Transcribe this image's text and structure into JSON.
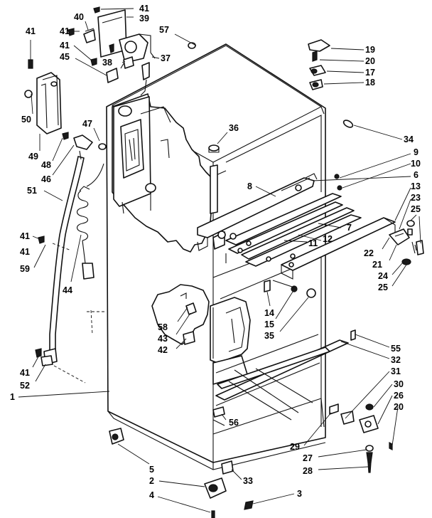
{
  "callouts": [
    {
      "id": "c41a",
      "text": "41"
    },
    {
      "id": "c39",
      "text": "39"
    },
    {
      "id": "c57",
      "text": "57"
    },
    {
      "id": "c40",
      "text": "40"
    },
    {
      "id": "c41b",
      "text": "41"
    },
    {
      "id": "c41c",
      "text": "41"
    },
    {
      "id": "c45",
      "text": "45"
    },
    {
      "id": "c38",
      "text": "38"
    },
    {
      "id": "c37",
      "text": "37"
    },
    {
      "id": "c50",
      "text": "50"
    },
    {
      "id": "c47",
      "text": "47"
    },
    {
      "id": "c49",
      "text": "49"
    },
    {
      "id": "c48",
      "text": "48"
    },
    {
      "id": "c46",
      "text": "46"
    },
    {
      "id": "c51",
      "text": "51"
    },
    {
      "id": "c36",
      "text": "36"
    },
    {
      "id": "c19",
      "text": "19"
    },
    {
      "id": "c20a",
      "text": "20"
    },
    {
      "id": "c17",
      "text": "17"
    },
    {
      "id": "c18",
      "text": "18"
    },
    {
      "id": "c34",
      "text": "34"
    },
    {
      "id": "c9",
      "text": "9"
    },
    {
      "id": "c10",
      "text": "10"
    },
    {
      "id": "c6",
      "text": "6"
    },
    {
      "id": "c13",
      "text": "13"
    },
    {
      "id": "c23",
      "text": "23"
    },
    {
      "id": "c25a",
      "text": "25"
    },
    {
      "id": "c8",
      "text": "8"
    },
    {
      "id": "c7",
      "text": "7"
    },
    {
      "id": "c11",
      "text": "11"
    },
    {
      "id": "c12",
      "text": "12"
    },
    {
      "id": "c22",
      "text": "22"
    },
    {
      "id": "c21",
      "text": "21"
    },
    {
      "id": "c24",
      "text": "24"
    },
    {
      "id": "c25b",
      "text": "25"
    },
    {
      "id": "c41d",
      "text": "41"
    },
    {
      "id": "c59",
      "text": "59"
    },
    {
      "id": "c44",
      "text": "44"
    },
    {
      "id": "c14",
      "text": "14"
    },
    {
      "id": "c15",
      "text": "15"
    },
    {
      "id": "c35",
      "text": "35"
    },
    {
      "id": "c58",
      "text": "58"
    },
    {
      "id": "c43",
      "text": "43"
    },
    {
      "id": "c42",
      "text": "42"
    },
    {
      "id": "c55",
      "text": "55"
    },
    {
      "id": "c32",
      "text": "32"
    },
    {
      "id": "c31",
      "text": "31"
    },
    {
      "id": "c41e",
      "text": "41"
    },
    {
      "id": "c52",
      "text": "52"
    },
    {
      "id": "c1",
      "text": "1"
    },
    {
      "id": "c30",
      "text": "30"
    },
    {
      "id": "c26",
      "text": "26"
    },
    {
      "id": "c20b",
      "text": "20"
    },
    {
      "id": "c56",
      "text": "56"
    },
    {
      "id": "c29",
      "text": "29"
    },
    {
      "id": "c27",
      "text": "27"
    },
    {
      "id": "c28",
      "text": "28"
    },
    {
      "id": "c5",
      "text": "5"
    },
    {
      "id": "c33",
      "text": "33"
    },
    {
      "id": "c2",
      "text": "2"
    },
    {
      "id": "c4",
      "text": "4"
    },
    {
      "id": "c3",
      "text": "3"
    }
  ]
}
